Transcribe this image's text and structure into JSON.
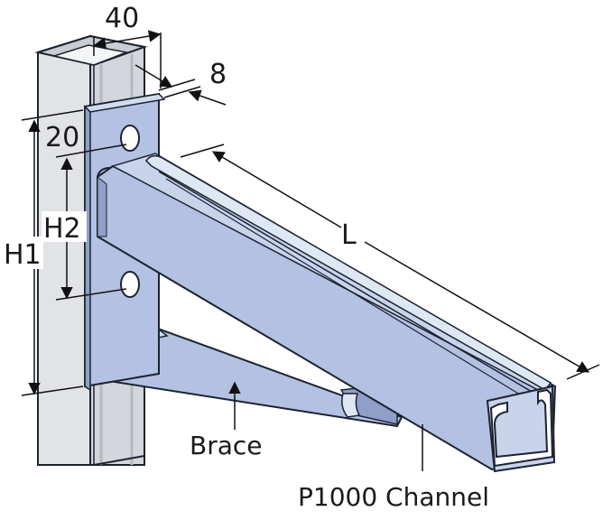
{
  "labels": {
    "width_40": "40",
    "thickness_8": "8",
    "offset_20": "20",
    "h1": "H1",
    "h2": "H2",
    "length": "L",
    "brace": "Brace",
    "channel": "P1000 Channel"
  },
  "colors": {
    "bracket_fill": "#b3c1e2",
    "bracket_dark": "#8f9fc8",
    "post_fill": "#e1e3e6",
    "post_dark": "#bfc3c8",
    "outline": "#1c2330"
  }
}
